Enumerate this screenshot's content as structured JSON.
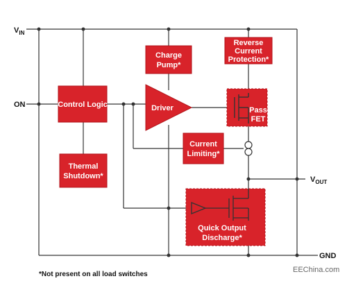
{
  "colors": {
    "block": "#d8232a",
    "block_edge": "#b01218",
    "wire": "#333333",
    "block_text": "#ffffff",
    "pin_text": "#111111"
  },
  "pins": {
    "vin": "V",
    "vin_sub": "IN",
    "on": "ON",
    "vout": "V",
    "vout_sub": "OUT",
    "gnd": "GND"
  },
  "blocks": {
    "control_logic": "Control Logic",
    "thermal_l1": "Thermal",
    "thermal_l2": "Shutdown*",
    "charge_l1": "Charge",
    "charge_l2": "Pump*",
    "reverse_l1": "Reverse",
    "reverse_l2": "Current",
    "reverse_l3": "Protection*",
    "driver": "Driver",
    "pass_l1": "Pass",
    "pass_l2": "FET",
    "current_l1": "Current",
    "current_l2": "Limiting*",
    "discharge_l1": "Quick Output",
    "discharge_l2": "Discharge*"
  },
  "footnote": "*Not present on all load switches",
  "watermark": "EEChina.com"
}
